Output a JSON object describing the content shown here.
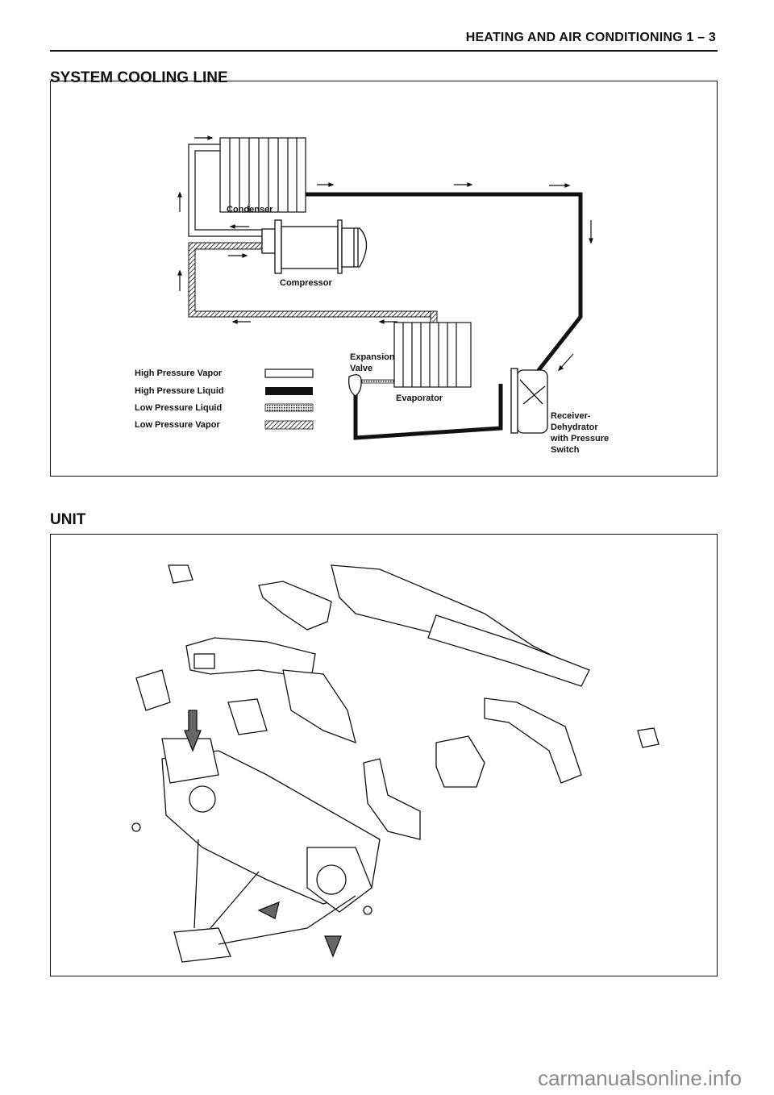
{
  "header": {
    "title": "HEATING AND AIR CONDITIONING 1 – 3"
  },
  "sections": {
    "cooling_line": {
      "title": "SYSTEM COOLING LINE",
      "labels": {
        "condenser": "Condenser",
        "compressor": "Compressor",
        "expansion_valve_1": "Expansion",
        "expansion_valve_2": "Valve",
        "evaporator": "Evaporator",
        "receiver_1": "Receiver-",
        "receiver_2": "Dehydrator",
        "receiver_3": "with Pressure",
        "receiver_4": "Switch"
      },
      "legend": [
        {
          "label": "High Pressure Vapor",
          "pattern": "white"
        },
        {
          "label": "High Pressure Liquid",
          "pattern": "black"
        },
        {
          "label": "Low Pressure Liquid",
          "pattern": "dotted"
        },
        {
          "label": "Low Pressure Vapor",
          "pattern": "hatched"
        }
      ]
    },
    "unit": {
      "title": "UNIT"
    }
  },
  "watermark": "carmanualsonline.info"
}
